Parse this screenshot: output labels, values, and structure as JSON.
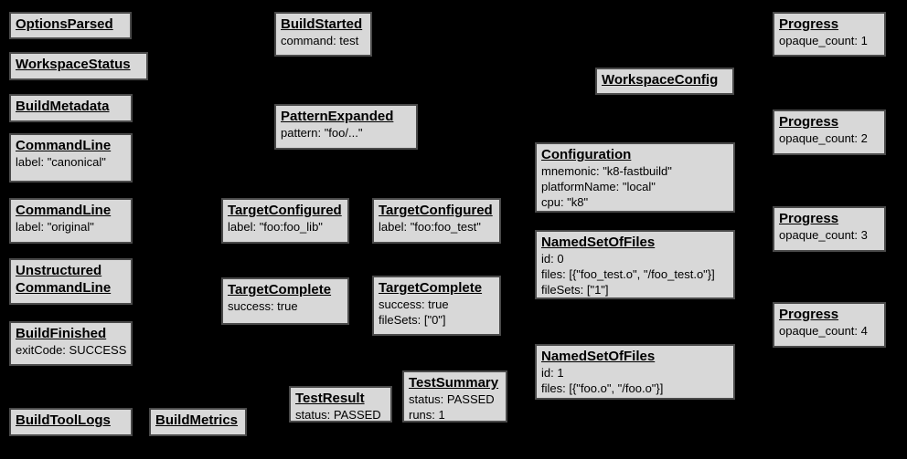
{
  "colors": {
    "background": "#000000",
    "box_fill": "#d8d8d8",
    "box_border": "#4a4a4a",
    "text": "#000000"
  },
  "nodes": {
    "options_parsed": {
      "title": "OptionsParsed"
    },
    "workspace_status": {
      "title": "WorkspaceStatus"
    },
    "build_metadata": {
      "title": "BuildMetadata"
    },
    "command_line_canonical": {
      "title": "CommandLine",
      "lines": [
        "label: \"canonical\""
      ]
    },
    "command_line_original": {
      "title": "CommandLine",
      "lines": [
        "label: \"original\""
      ]
    },
    "unstructured_command_line": {
      "title_lines": [
        "Unstructured",
        "CommandLine"
      ]
    },
    "build_finished": {
      "title": "BuildFinished",
      "lines": [
        "exitCode: SUCCESS"
      ]
    },
    "build_tool_logs": {
      "title": "BuildToolLogs"
    },
    "build_metrics": {
      "title": "BuildMetrics"
    },
    "build_started": {
      "title": "BuildStarted",
      "lines": [
        "command: test"
      ]
    },
    "pattern_expanded": {
      "title": "PatternExpanded",
      "lines": [
        "pattern: \"foo/...\""
      ]
    },
    "target_configured_lib": {
      "title": "TargetConfigured",
      "lines": [
        "label: \"foo:foo_lib\""
      ]
    },
    "target_configured_test": {
      "title": "TargetConfigured",
      "lines": [
        "label: \"foo:foo_test\""
      ]
    },
    "target_complete_lib": {
      "title": "TargetComplete",
      "lines": [
        "success: true"
      ]
    },
    "target_complete_test": {
      "title": "TargetComplete",
      "lines": [
        "success: true",
        "fileSets: [\"0\"]"
      ]
    },
    "test_result": {
      "title": "TestResult",
      "lines": [
        "status: PASSED"
      ]
    },
    "test_summary": {
      "title": "TestSummary",
      "lines": [
        "status: PASSED",
        "runs: 1"
      ]
    },
    "workspace_config": {
      "title": "WorkspaceConfig"
    },
    "configuration": {
      "title": "Configuration",
      "lines": [
        "mnemonic: \"k8-fastbuild\"",
        "platformName: \"local\"",
        "cpu: \"k8\""
      ]
    },
    "named_set_of_files_0": {
      "title": "NamedSetOfFiles",
      "lines": [
        "id: 0",
        "files: [{\"foo_test.o\", \"/foo_test.o\"}]",
        "fileSets: [\"1\"]"
      ]
    },
    "named_set_of_files_1": {
      "title": "NamedSetOfFiles",
      "lines": [
        "id: 1",
        "files: [{\"foo.o\", \"/foo.o\"}]"
      ]
    },
    "progress_1": {
      "title": "Progress",
      "lines": [
        "opaque_count: 1"
      ]
    },
    "progress_2": {
      "title": "Progress",
      "lines": [
        "opaque_count: 2"
      ]
    },
    "progress_3": {
      "title": "Progress",
      "lines": [
        "opaque_count: 3"
      ]
    },
    "progress_4": {
      "title": "Progress",
      "lines": [
        "opaque_count: 4"
      ]
    }
  }
}
